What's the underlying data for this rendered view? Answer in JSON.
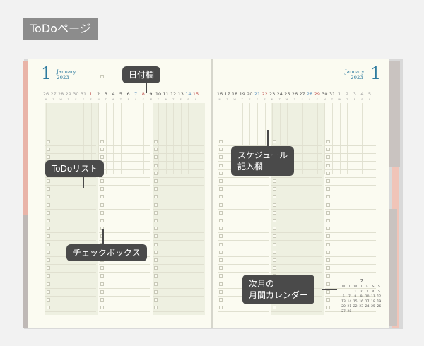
{
  "title": "ToDoページ",
  "month": {
    "number": "1",
    "name": "January",
    "year": "2023"
  },
  "left_dates": [
    "26",
    "27",
    "28",
    "29",
    "30",
    "31",
    "1",
    "2",
    "3",
    "4",
    "5",
    "6",
    "7",
    "8",
    "9",
    "10",
    "11",
    "12",
    "13",
    "14",
    "15"
  ],
  "right_dates": [
    "16",
    "17",
    "18",
    "19",
    "20",
    "21",
    "22",
    "23",
    "24",
    "25",
    "26",
    "27",
    "28",
    "29",
    "30",
    "31",
    "1",
    "2",
    "3",
    "4",
    "5"
  ],
  "dows": [
    "M",
    "T",
    "W",
    "T",
    "F",
    "S",
    "S",
    "M",
    "T",
    "W",
    "T",
    "F",
    "S",
    "S",
    "M",
    "T",
    "W",
    "T",
    "F",
    "S",
    "S"
  ],
  "callouts": {
    "date": "日付欄",
    "todo_list": "ToDoリスト",
    "schedule_1": "スケジュール",
    "schedule_2": "記入欄",
    "checkbox": "チェックボックス",
    "next_month_1": "次月の",
    "next_month_2": "月間カレンダー"
  },
  "mini_calendar": {
    "month": "2",
    "dows": [
      "M",
      "T",
      "W",
      "T",
      "F",
      "S",
      "S"
    ],
    "days": [
      "",
      "",
      "1",
      "2",
      "3",
      "4",
      "5",
      "6",
      "7",
      "8",
      "9",
      "10",
      "11",
      "12",
      "13",
      "14",
      "15",
      "16",
      "17",
      "18",
      "19",
      "20",
      "21",
      "22",
      "23",
      "24",
      "25",
      "26",
      "27",
      "28"
    ]
  }
}
